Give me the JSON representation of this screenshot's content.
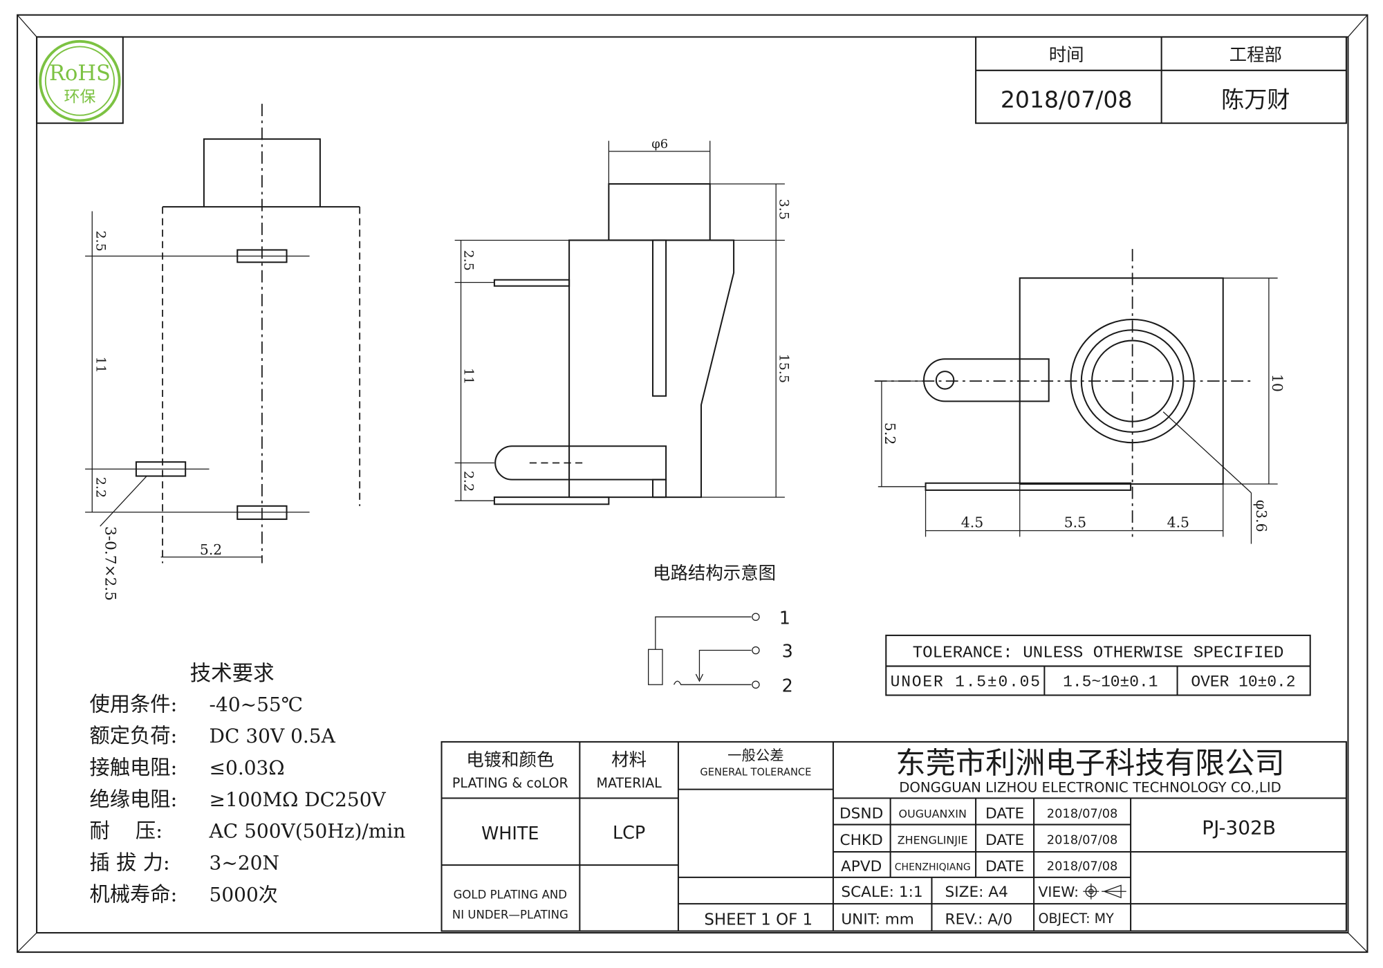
{
  "logo": {
    "line1": "RoHS",
    "line2": "环保",
    "color": "#7cc242"
  },
  "approval": {
    "col1_header": "时间",
    "col2_header": "工程部",
    "date": "2018/07/08",
    "name": "陈万财"
  },
  "front_view": {
    "dim_top": "2.5",
    "dim_mid": "11",
    "dim_bottom": "2.2",
    "dim_width": "5.2",
    "pin_note": "3-0.7×2.5"
  },
  "side_view": {
    "dim_diameter": "φ6",
    "dim_cap": "3.5",
    "dim_height": "15.5",
    "dim_top": "2.5",
    "dim_mid": "11",
    "dim_bottom": "2.2"
  },
  "bottom_view": {
    "dim_height": "10",
    "dim_offset": "5.2",
    "dim_left": "4.5",
    "dim_center": "5.5",
    "dim_right": "4.5",
    "dim_hole": "φ3.6"
  },
  "circuit": {
    "title": "电路结构示意图",
    "pins": [
      "1",
      "3",
      "2"
    ]
  },
  "tolerance": {
    "header": "TOLERANCE: UNLESS OTHERWISE SPECIFIED",
    "cells": [
      "UNOER 1.5±0.05",
      "1.5~10±0.1",
      "OVER 10±0.2"
    ]
  },
  "specs": {
    "title": "技术要求",
    "rows": [
      {
        "label": "使用条件:",
        "value": "-40~55℃"
      },
      {
        "label": "额定负荷:",
        "value": "DC 30V 0.5A"
      },
      {
        "label": "接触电阻:",
        "value": "≤0.03Ω"
      },
      {
        "label": "绝缘电阻:",
        "value": "≥100MΩ DC250V"
      },
      {
        "label": "耐    压:",
        "value": "AC 500V(50Hz)/min"
      },
      {
        "label": "插 拔 力:",
        "value": "3~20N"
      },
      {
        "label": "机械寿命:",
        "value": "5000次"
      }
    ]
  },
  "title_block": {
    "plating_cn": "电镀和颜色",
    "plating_en": "PLATING & coLOR",
    "material_cn": "材料",
    "material_en": "MATERIAL",
    "color_value": "WHITE",
    "material_value": "LCP",
    "plating_value_1": "GOLD PLATING AND",
    "plating_value_2": "NI UNDER—PLATING",
    "gen_tol_cn": "一般公差",
    "gen_tol_en": "GENERAL TOLERANCE",
    "sheet": "SHEET 1 OF 1",
    "company_cn": "东莞市利洲电子科技有限公司",
    "company_en": "DONGGUAN LIZHOU ELECTRONIC TECHNOLOGY CO.,LID",
    "signoffs": [
      {
        "role": "DSND",
        "name": "OUGUANXIN",
        "date_label": "DATE",
        "date": "2018/07/08"
      },
      {
        "role": "CHKD",
        "name": "ZHENGLINJIE",
        "date_label": "DATE",
        "date": "2018/07/08"
      },
      {
        "role": "APVD",
        "name": "CHENZHIQIANG",
        "date_label": "DATE",
        "date": "2018/07/08"
      }
    ],
    "part_number": "PJ-302B",
    "scale": "SCALE: 1:1",
    "size": "SIZE: A4",
    "view": "VIEW:",
    "unit": "UNIT: mm",
    "rev": "REV.: A/0",
    "object": "OBJECT: MY"
  }
}
